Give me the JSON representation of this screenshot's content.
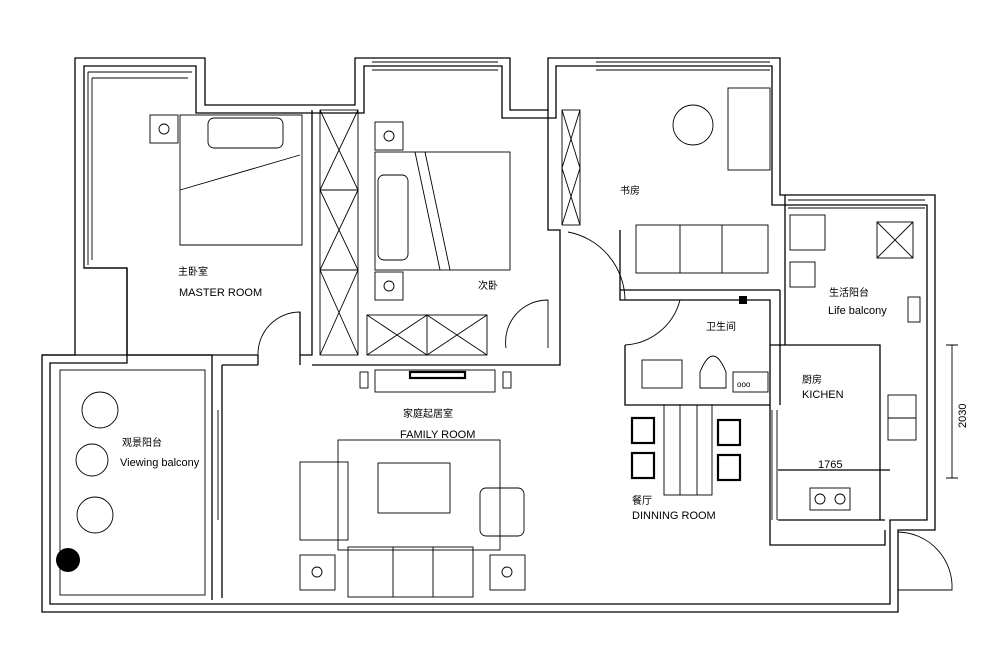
{
  "rooms": {
    "master": {
      "cn": "主卧室",
      "en": "MASTER ROOM"
    },
    "second_bedroom": {
      "cn": "次卧"
    },
    "study": {
      "cn": "书房"
    },
    "bathroom": {
      "cn": "卫生间"
    },
    "life_balcony": {
      "cn": "生活阳台",
      "en": "Life balcony"
    },
    "kitchen": {
      "cn": "厨房",
      "en": "KICHEN"
    },
    "dining": {
      "cn": "餐厅",
      "en": "DINNING ROOM"
    },
    "family": {
      "cn": "家庭起居室",
      "en": "FAMILY ROOM"
    },
    "viewing_balcony": {
      "cn": "观景阳台",
      "en": "Viewing balcony"
    }
  },
  "dimensions": {
    "kitchen_width": "1765",
    "kitchen_depth": "2030"
  }
}
